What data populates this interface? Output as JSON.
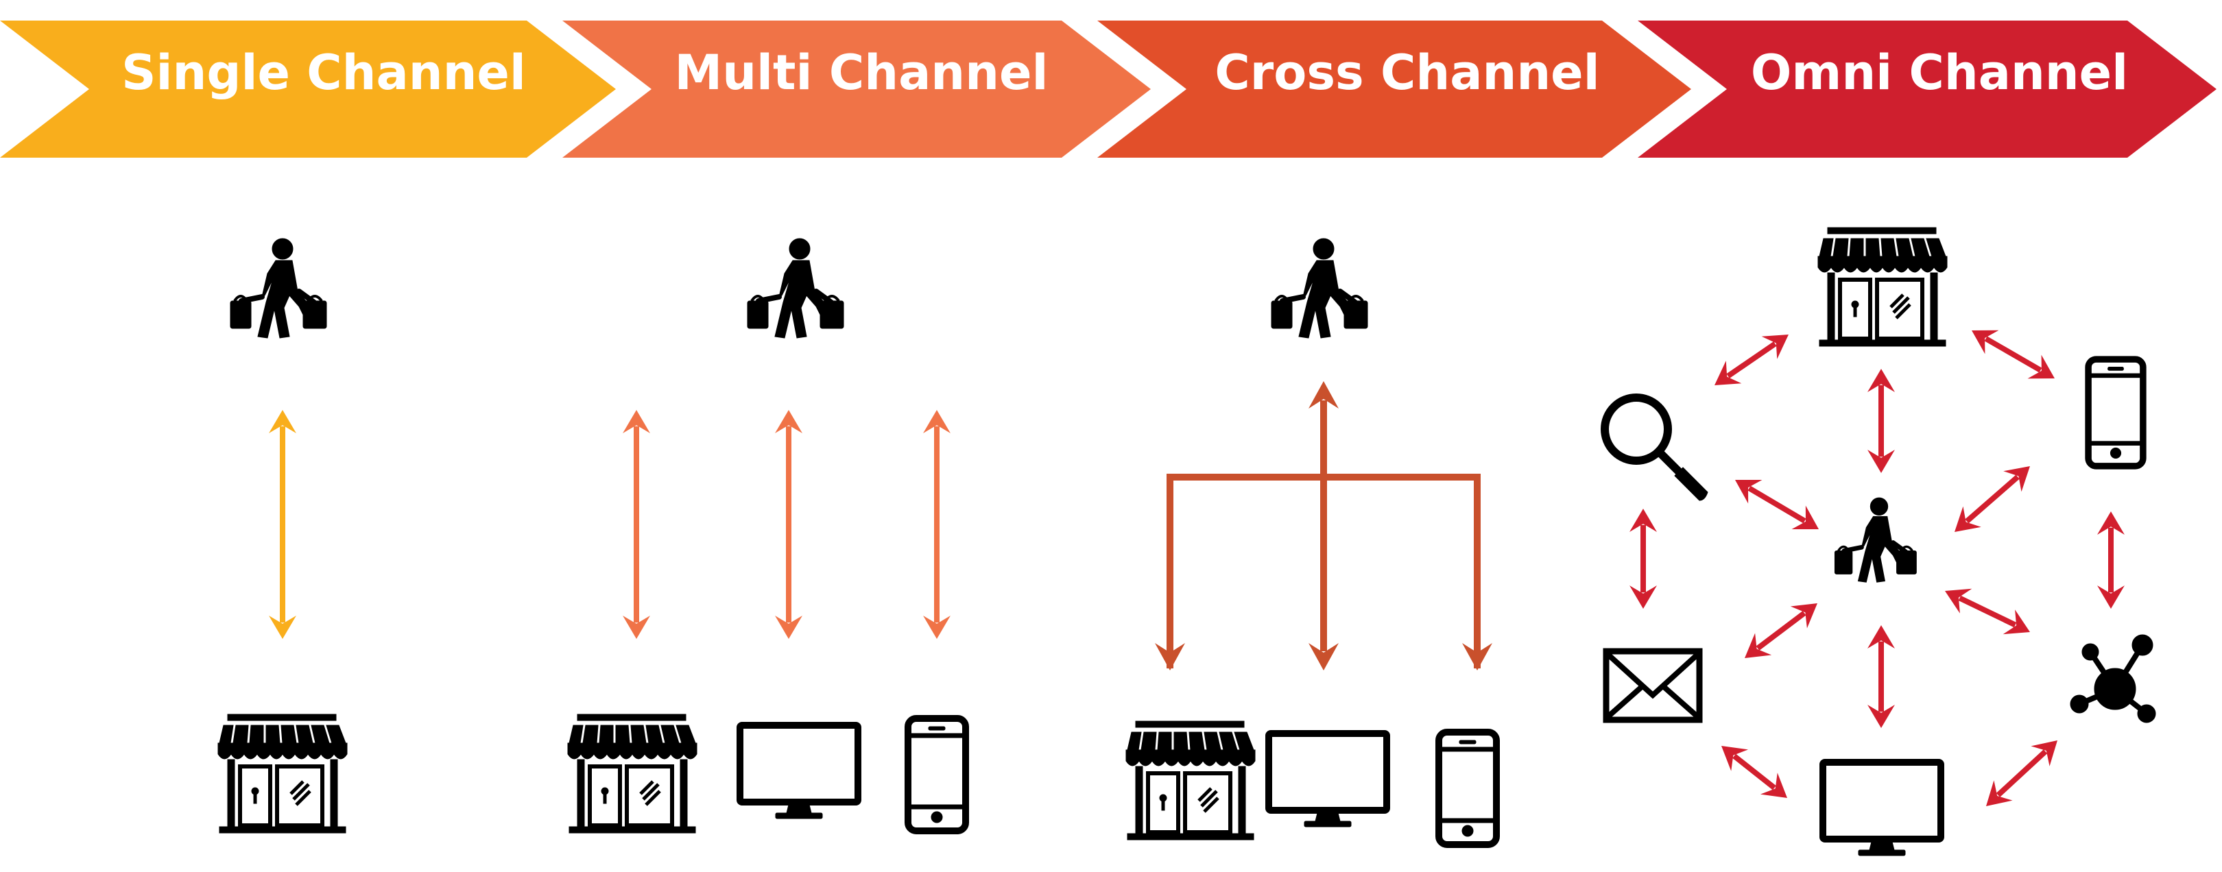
{
  "stages": [
    {
      "label": "Single Channel",
      "color": "#F9AE1C"
    },
    {
      "label": "Multi Channel",
      "color": "#F07347"
    },
    {
      "label": "Cross Channel",
      "color": "#E24F2A"
    },
    {
      "label": "Omni Channel",
      "color": "#CF1F2E"
    }
  ],
  "colors": {
    "single_arrow": "#F9AE1C",
    "multi_arrow": "#F07347",
    "cross_arrow": "#C9502C",
    "omni_arrow": "#D21F2E",
    "icon": "#000000"
  },
  "icons": {
    "shopper": "shopper-with-bags-icon",
    "store": "storefront-icon",
    "computer": "desktop-monitor-icon",
    "phone": "smartphone-icon",
    "search": "magnifier-icon",
    "mail": "envelope-icon",
    "social": "network-hub-icon"
  }
}
